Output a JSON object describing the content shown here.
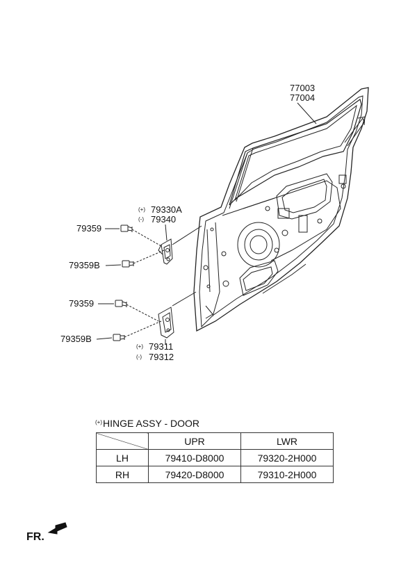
{
  "labels": {
    "door_part_1": "77003",
    "door_part_2": "77004",
    "upper_hinge_1": "79330A",
    "upper_hinge_2": "79340",
    "bolt_upper_a": "79359",
    "bolt_upper_b": "79359B",
    "bolt_lower_a": "79359",
    "bolt_lower_b": "79359B",
    "lower_hinge_1": "79311",
    "lower_hinge_2": "79312",
    "mark_plus": "(+)",
    "mark_minus": "(-)"
  },
  "table": {
    "title": "HINGE ASSY - DOOR",
    "title_mark": "(+)",
    "headers": [
      "",
      "UPR",
      "LWR"
    ],
    "rows": [
      {
        "side": "LH",
        "upr": "79410-D8000",
        "lwr": "79320-2H000"
      },
      {
        "side": "RH",
        "upr": "79420-D8000",
        "lwr": "79310-2H000"
      }
    ]
  },
  "front_indicator": "FR.",
  "icons": [
    "front-arrow-icon"
  ]
}
